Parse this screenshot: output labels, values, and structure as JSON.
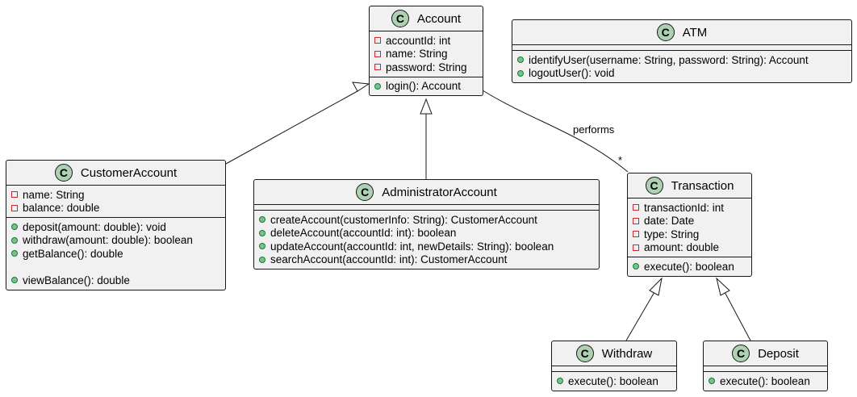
{
  "diagram": {
    "classes": {
      "account": {
        "name": "Account",
        "stereo_letter": "C",
        "attributes": [
          {
            "visibility": "private",
            "text": "accountId: int"
          },
          {
            "visibility": "private",
            "text": "name: String"
          },
          {
            "visibility": "private",
            "text": "password: String"
          }
        ],
        "methods": [
          {
            "visibility": "public",
            "text": "login(): Account"
          }
        ]
      },
      "atm": {
        "name": "ATM",
        "stereo_letter": "C",
        "attributes": [],
        "methods": [
          {
            "visibility": "public",
            "text": "identifyUser(username: String, password: String): Account"
          },
          {
            "visibility": "public",
            "text": "logoutUser(): void"
          }
        ]
      },
      "customer_account": {
        "name": "CustomerAccount",
        "stereo_letter": "C",
        "attributes": [
          {
            "visibility": "private",
            "text": "name: String"
          },
          {
            "visibility": "private",
            "text": "balance: double"
          }
        ],
        "methods": [
          {
            "visibility": "public",
            "text": "deposit(amount: double): void"
          },
          {
            "visibility": "public",
            "text": "withdraw(amount: double): boolean"
          },
          {
            "visibility": "public",
            "text": "getBalance(): double"
          },
          {
            "visibility": "none",
            "text": ""
          },
          {
            "visibility": "public",
            "text": "viewBalance(): double"
          }
        ]
      },
      "administrator_account": {
        "name": "AdministratorAccount",
        "stereo_letter": "C",
        "attributes": [],
        "methods": [
          {
            "visibility": "public",
            "text": "createAccount(customerInfo: String): CustomerAccount"
          },
          {
            "visibility": "public",
            "text": "deleteAccount(accountId: int): boolean"
          },
          {
            "visibility": "public",
            "text": "updateAccount(accountId: int, newDetails: String): boolean"
          },
          {
            "visibility": "public",
            "text": "searchAccount(accountId: int): CustomerAccount"
          }
        ]
      },
      "transaction": {
        "name": "Transaction",
        "stereo_letter": "C",
        "attributes": [
          {
            "visibility": "private",
            "text": "transactionId: int"
          },
          {
            "visibility": "private",
            "text": "date: Date"
          },
          {
            "visibility": "private",
            "text": "type: String"
          },
          {
            "visibility": "private",
            "text": "amount: double"
          }
        ],
        "methods": [
          {
            "visibility": "public",
            "text": "execute(): boolean"
          }
        ]
      },
      "withdraw": {
        "name": "Withdraw",
        "stereo_letter": "C",
        "attributes": [],
        "methods": [
          {
            "visibility": "public",
            "text": "execute(): boolean"
          }
        ]
      },
      "deposit": {
        "name": "Deposit",
        "stereo_letter": "C",
        "attributes": [],
        "methods": [
          {
            "visibility": "public",
            "text": "execute(): boolean"
          }
        ]
      }
    },
    "relations": {
      "performs": {
        "label": "performs",
        "multiplicity": "*"
      }
    },
    "colors": {
      "class_fill": "#f1f1f1",
      "border": "#181818",
      "class_icon": "#add1b2",
      "private_marker": "#c82930",
      "public_marker": "#84be84"
    }
  }
}
